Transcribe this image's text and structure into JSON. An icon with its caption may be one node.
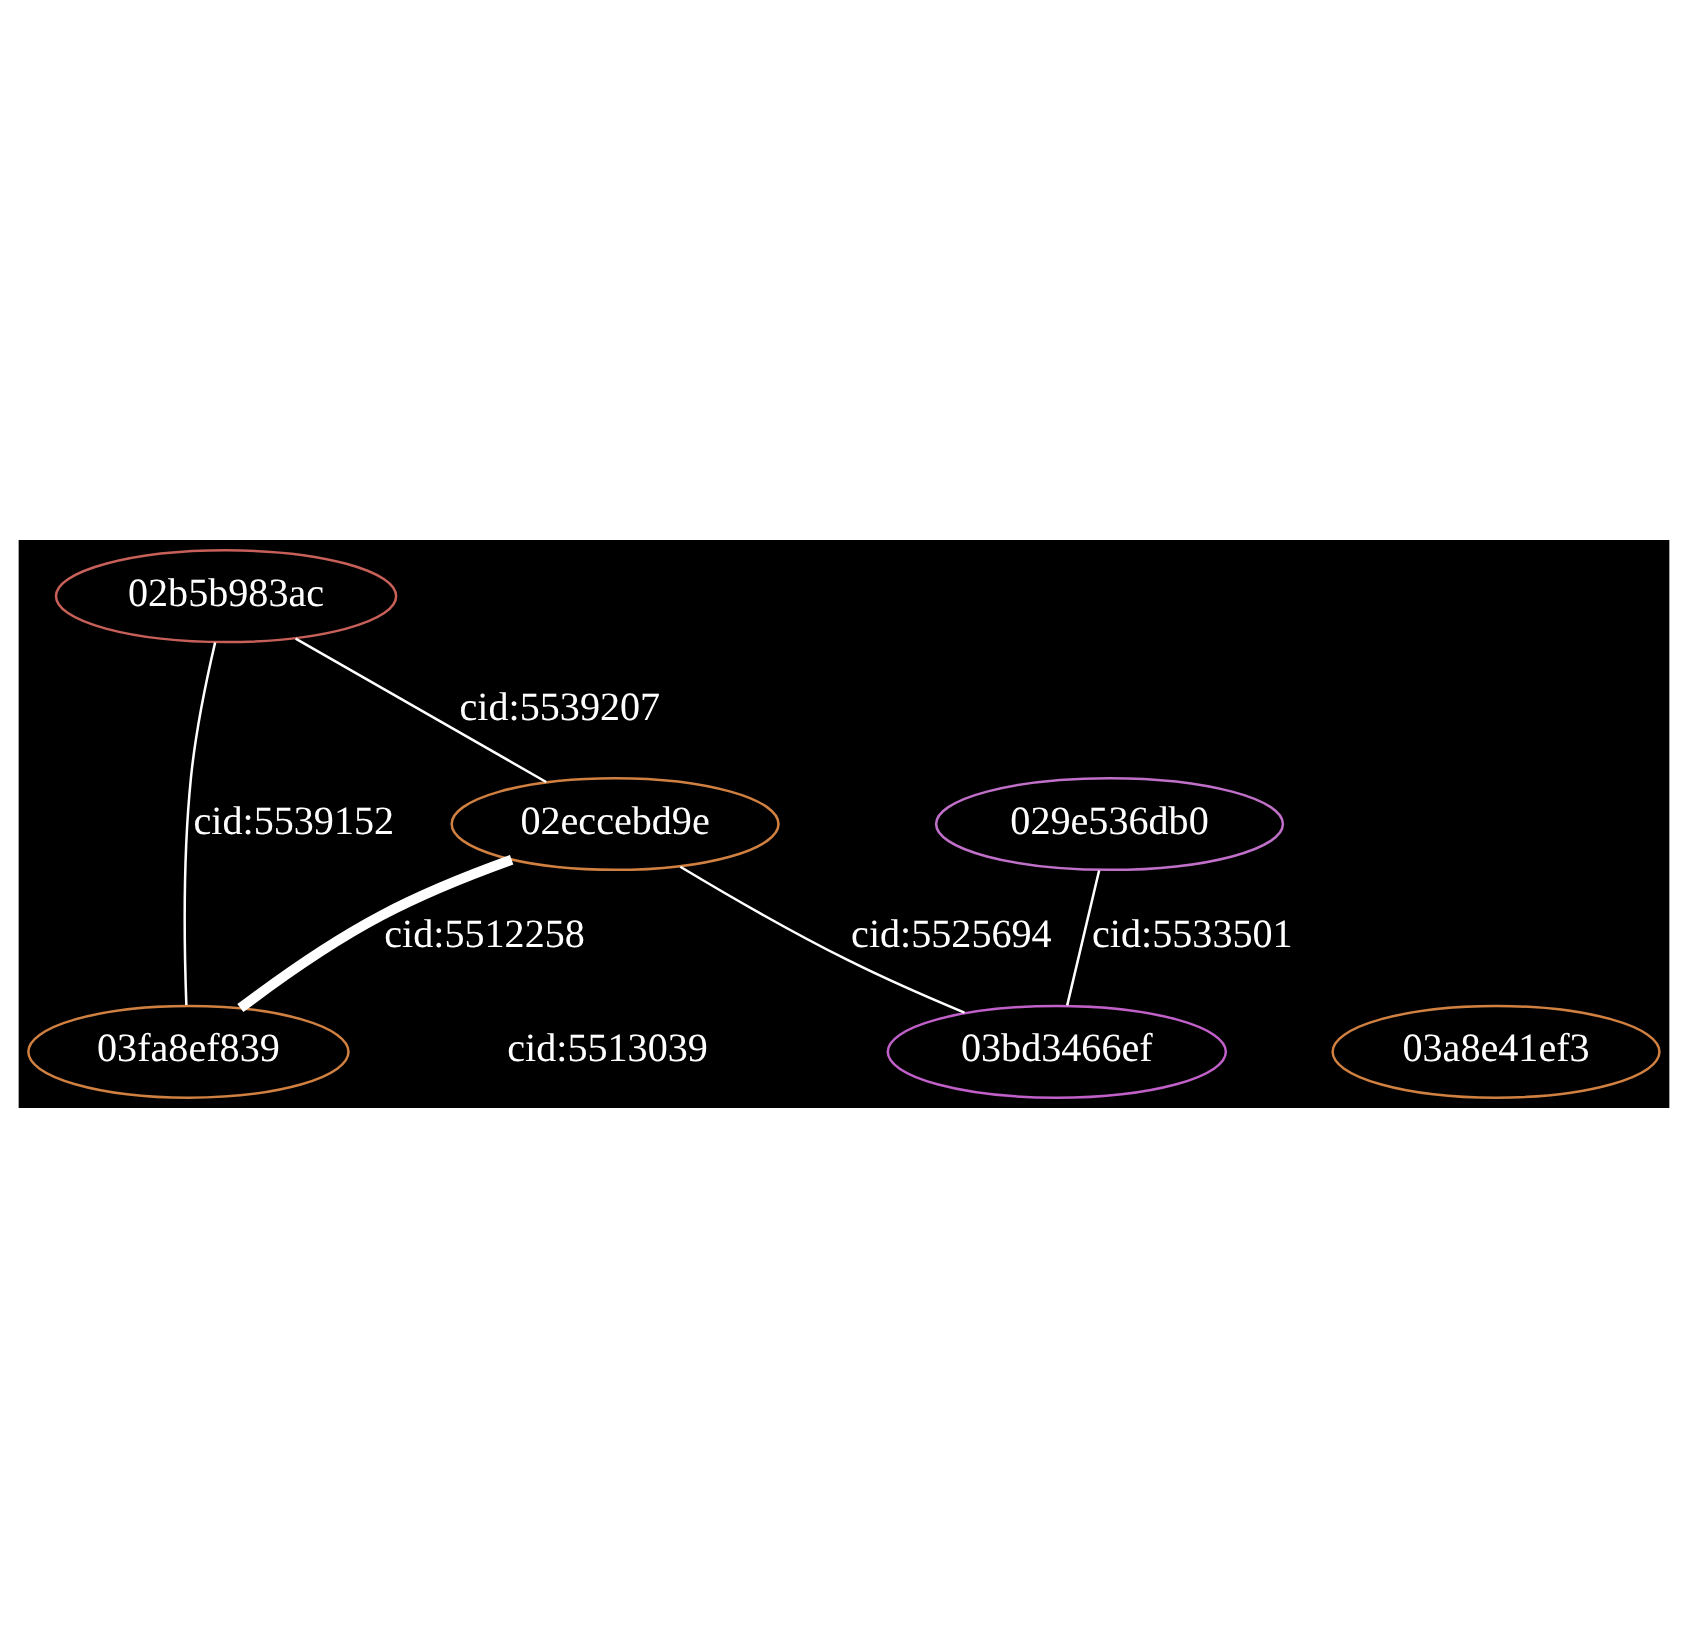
{
  "diagram": {
    "nodes": [
      {
        "text": [
          "02b5b983ac"
        ]
      },
      {
        "text": [
          "029e536db0"
        ]
      },
      {
        "text": [
          "02eccebd9e"
        ]
      },
      {
        "text": [
          "03fa8ef839"
        ]
      },
      {
        "text": [
          "03a8e41ef3"
        ]
      },
      {
        "text": [
          "03bd3466ef"
        ]
      }
    ],
    "edges": [
      {
        "from": 0,
        "to": 2,
        "arrow": "none",
        "label": "cid:5539207"
      },
      {
        "from": 0,
        "to": 3,
        "arrow": "none",
        "label": "cid:5539152"
      },
      {
        "from": 2,
        "to": 3,
        "arrow": "none",
        "label": "cid:5512258",
        "style": "thick"
      },
      {
        "from": 1,
        "to": 5,
        "arrow": "none",
        "label": "cid:5533501"
      },
      {
        "from": 2,
        "to": 5,
        "arrow": "none",
        "label": "cid:5525694"
      }
    ],
    "labels": [
      "cid:5513039"
    ]
  }
}
